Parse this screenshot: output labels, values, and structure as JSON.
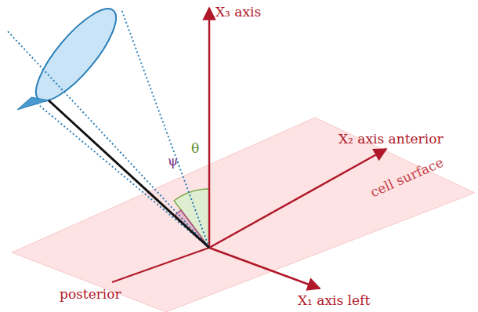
{
  "diagram": {
    "labels": [
      "X₃ axis",
      "X₂ axis anterior",
      "cell surface",
      "posterior",
      "X₁ axis left",
      "ψ",
      "θ"
    ]
  }
}
